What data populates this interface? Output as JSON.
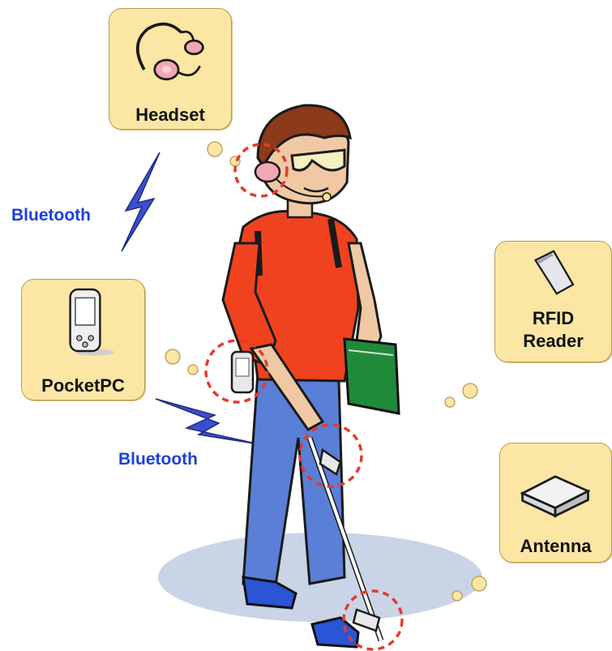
{
  "cards": {
    "headset": {
      "label": "Headset"
    },
    "pocketpc": {
      "label": "PocketPC"
    },
    "rfid": {
      "label_line1": "RFID",
      "label_line2": "Reader"
    },
    "antenna": {
      "label": "Antenna"
    }
  },
  "links": {
    "headset_link": "Bluetooth",
    "pocketpc_link": "Bluetooth"
  },
  "colors": {
    "card_fill": "#fbe6a4",
    "bluetooth_text": "#1d3fdc",
    "bolt": "#3a4fd0",
    "highlight_circle": "#e23b2e"
  }
}
